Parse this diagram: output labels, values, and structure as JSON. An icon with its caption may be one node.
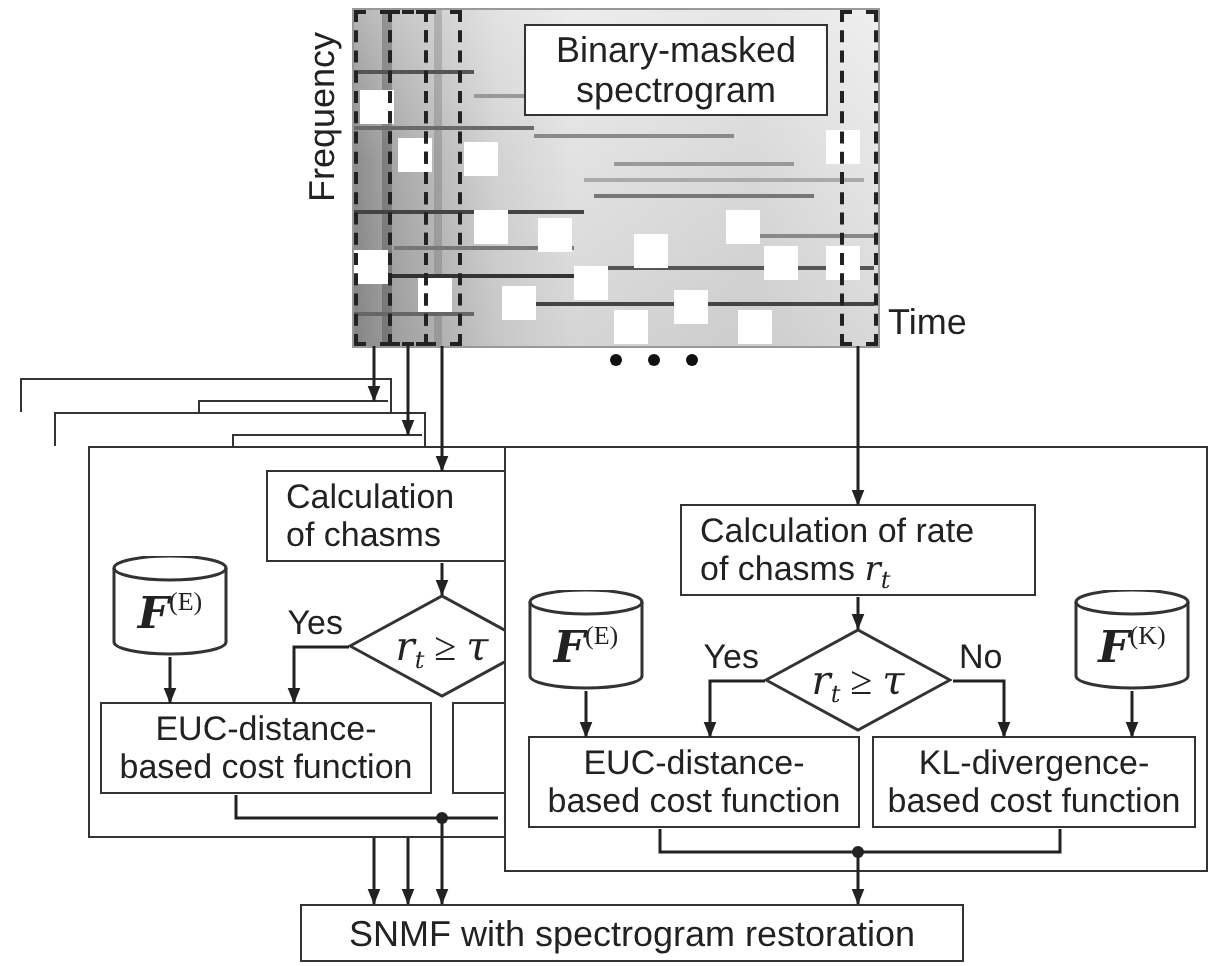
{
  "diagram": {
    "nodes": [
      {
        "text": [],
        "shape": "picture",
        "beside": [
          "Frequency",
          "Time"
        ]
      },
      {
        "text": [
          "Binary-masked spectrogram"
        ],
        "in": 0
      },
      {
        "text": [],
        "shape": "box",
        "in": 0
      },
      {
        "text": [],
        "shape": "box",
        "in": 0
      },
      {
        "text": [],
        "shape": "box",
        "in": 0
      },
      {
        "text": [],
        "shape": "box",
        "in": 0
      },
      {
        "text": [],
        "shape": "box"
      },
      {
        "text": [],
        "shape": "box",
        "in": 6
      },
      {
        "text": [],
        "shape": "box"
      },
      {
        "text": [],
        "shape": "box",
        "in": 8
      },
      {
        "text": [],
        "shape": "box"
      },
      {
        "text": [
          "Calculation of chasms"
        ],
        "in": 10
      },
      {
        "text": [
          "**F**$^{(E)}$"
        ],
        "in": 10
      },
      {
        "text": [
          "*r*$_{t}$ ≥ *τ*"
        ],
        "in": 10
      },
      {
        "text": [
          "EUC-distance-based cost function"
        ],
        "in": 10
      },
      {
        "text": [],
        "shape": "box",
        "in": 10
      },
      {
        "text": [],
        "shape": "box"
      },
      {
        "text": [
          "Calculation of rate of chasms *r*$_{t}$"
        ],
        "in": 16
      },
      {
        "text": [
          "**F**$^{(E)}$"
        ],
        "in": 16
      },
      {
        "text": [
          "*r*$_{t}$ ≥ *τ*"
        ],
        "in": 16
      },
      {
        "text": [
          "**F**$^{(K)}$"
        ],
        "in": 16
      },
      {
        "text": [
          "EUC-distance-based cost function"
        ],
        "in": 16
      },
      {
        "text": [
          "KL-divergence-based cost function"
        ],
        "in": 16
      },
      {
        "text": [
          "SNMF with spectrogram restoration"
        ]
      }
    ],
    "edges": [
      {
        "from": 2,
        "to": 7,
        "arrow": "to"
      },
      {
        "from": 3,
        "to": 9,
        "arrow": "to"
      },
      {
        "from": 4,
        "to": 11,
        "arrow": "to"
      },
      {
        "from": 5,
        "to": 17,
        "arrow": "to"
      },
      {
        "from": 11,
        "to": 13,
        "arrow": "to"
      },
      {
        "from": 12,
        "to": 14,
        "arrow": "to"
      },
      {
        "from": 13,
        "to": 14,
        "arrow": "to",
        "label": "Yes"
      },
      {
        "from": 17,
        "to": 19,
        "arrow": "to"
      },
      {
        "from": 18,
        "to": 21,
        "arrow": "to"
      },
      {
        "from": 19,
        "to": 21,
        "arrow": "to",
        "label": "Yes"
      },
      {
        "from": 19,
        "to": 22,
        "arrow": "to",
        "label": "No"
      },
      {
        "from": 20,
        "to": 22,
        "arrow": "to"
      },
      {
        "from": 10,
        "to": 23,
        "arrow": "to"
      },
      {
        "from": 10,
        "to": 23,
        "arrow": "to"
      },
      {
        "from": 14,
        "to": 23,
        "arrow": "to"
      },
      {
        "from": 21,
        "to": 23,
        "arrow": "to"
      },
      {
        "from": 22,
        "to": 23,
        "arrow": "to"
      }
    ]
  }
}
